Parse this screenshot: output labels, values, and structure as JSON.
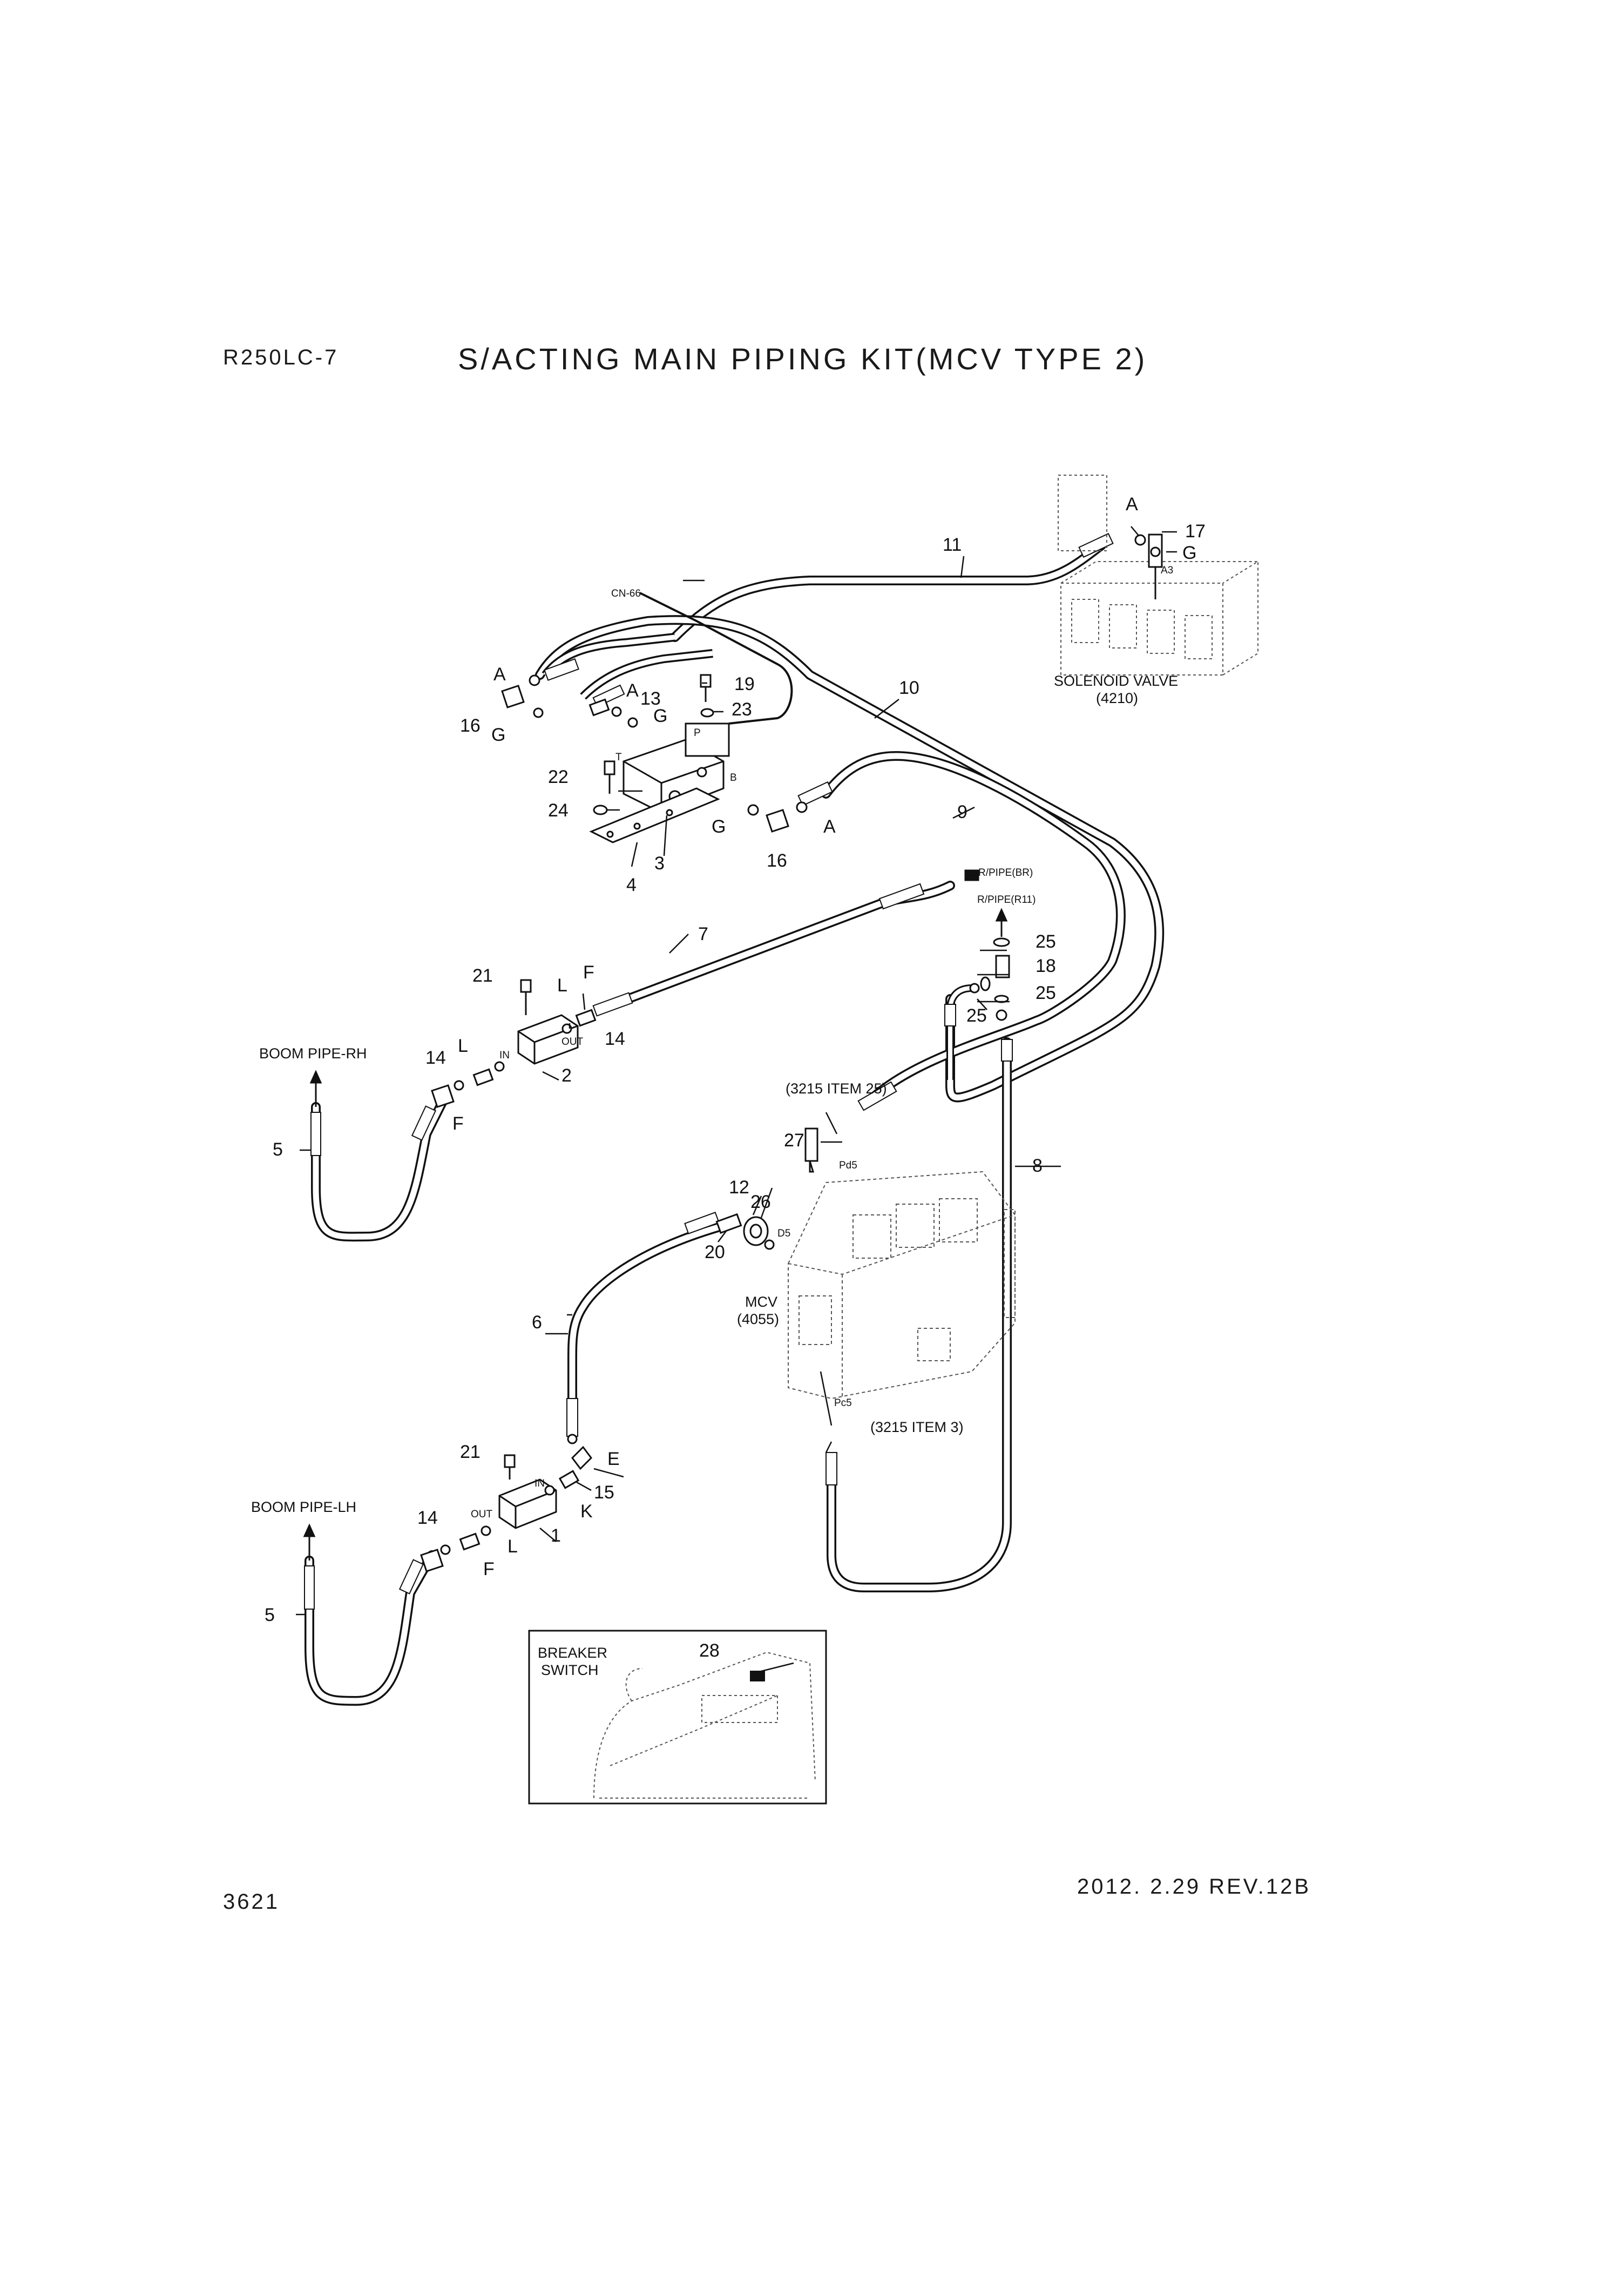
{
  "header": {
    "model": "R250LC-7",
    "title": "S/ACTING MAIN PIPING KIT(MCV TYPE 2)"
  },
  "footer": {
    "page_number": "3621",
    "revision": "2012. 2.29  REV.12B"
  },
  "labels": {
    "cn66": "CN-66",
    "solenoid_valve": "SOLENOID VALVE",
    "solenoid_code": "(4210)",
    "a3": "A3",
    "r_pipe_br": "R/PIPE(BR)",
    "r_pipe_r11": "R/PIPE(R11)",
    "boom_pipe_rh": "BOOM PIPE-RH",
    "boom_pipe_lh": "BOOM PIPE-LH",
    "item_3215_25": "(3215 ITEM 25)",
    "item_3215_3": "(3215 ITEM 3)",
    "pd5": "Pd5",
    "d5": "D5",
    "pc5": "Pc5",
    "mcv": "MCV",
    "mcv_code": "(4055)",
    "breaker": "BREAKER",
    "switch": "SWITCH",
    "port_p": "P",
    "port_t": "T",
    "port_b": "B",
    "in": "IN",
    "out": "OUT"
  },
  "callouts": {
    "c1": "1",
    "c2": "2",
    "c3": "3",
    "c4": "4",
    "c5": "5",
    "c6": "6",
    "c7": "7",
    "c8": "8",
    "c9": "9",
    "c10": "10",
    "c11": "11",
    "c12": "12",
    "c13": "13",
    "c14": "14",
    "c15": "15",
    "c16": "16",
    "c17": "17",
    "c18": "18",
    "c19": "19",
    "c20": "20",
    "c21": "21",
    "c22": "22",
    "c23": "23",
    "c24": "24",
    "c25": "25",
    "c26": "26",
    "c27": "27",
    "c28": "28",
    "a": "A",
    "g": "G",
    "l": "L",
    "f": "F",
    "e": "E",
    "k": "K"
  }
}
